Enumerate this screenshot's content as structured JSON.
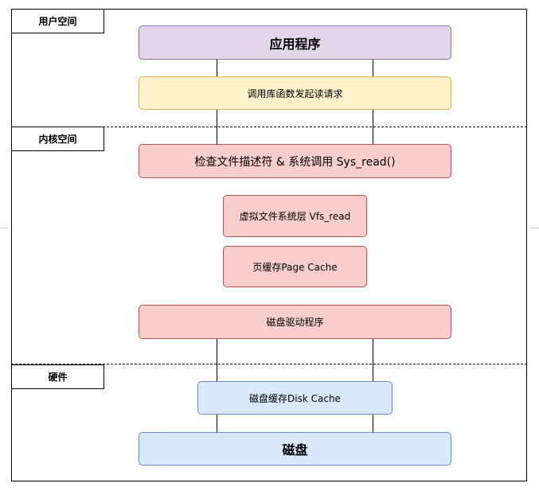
{
  "layers": {
    "user_space": "用户空间",
    "kernel_space": "内核空间",
    "hardware": "硬件"
  },
  "nodes": {
    "application": "应用程序",
    "library_call": "调用库函数发起读请求",
    "syscall": "检查文件描述符 & 系统调用 Sys_read()",
    "vfs": "虚拟文件系统层 Vfs_read",
    "page_cache": "页缓存Page Cache",
    "disk_driver": "磁盘驱动程序",
    "disk_cache": "磁盘缓存Disk Cache",
    "disk": "磁盘"
  },
  "colors": {
    "application_fill": "#e1d5e7",
    "application_stroke": "#9673a6",
    "library_fill": "#fff2cc",
    "library_stroke": "#d6b656",
    "kernel_fill": "#f8cecc",
    "kernel_stroke": "#b85450",
    "hardware_fill": "#dae8fc",
    "hardware_stroke": "#6c8ebf"
  }
}
